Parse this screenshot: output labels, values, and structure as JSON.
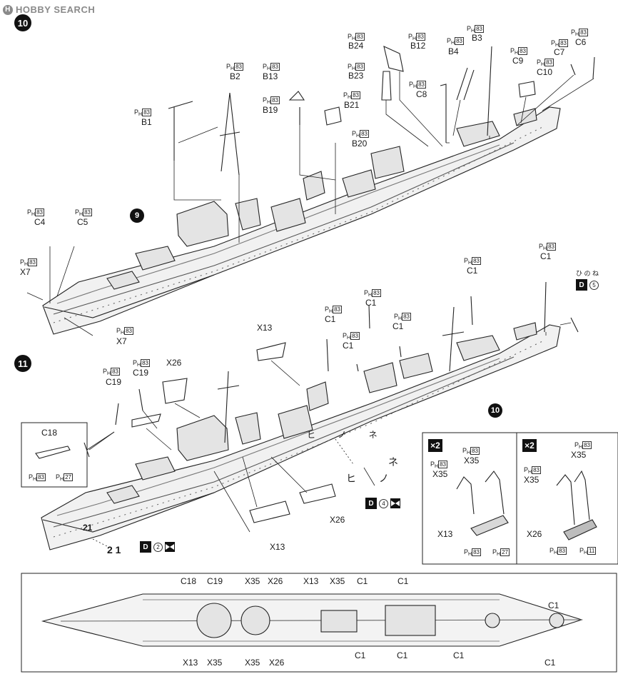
{
  "watermark": {
    "text": "HOBBY SEARCH",
    "icon": "h-logo-icon"
  },
  "steps": {
    "step10": "10",
    "step11": "11",
    "ref9": "9",
    "ref10": "10"
  },
  "ph": {
    "letters": "P",
    "sub": "H",
    "num83": "83",
    "num27": "27",
    "num11": "11"
  },
  "step10_labels": {
    "b24": "B24",
    "b12": "B12",
    "b3": "B3",
    "c6": "C6",
    "b4": "B4",
    "c7": "C7",
    "b23": "B23",
    "c9": "C9",
    "c10": "C10",
    "c8": "C8",
    "b2": "B2",
    "b13": "B13",
    "b19": "B19",
    "b21": "B21",
    "b20": "B20",
    "b1": "B1",
    "c4": "C4",
    "c5": "C5",
    "x7a": "X7",
    "x7b": "X7"
  },
  "step11_labels": {
    "c1a": "C1",
    "c1b": "C1",
    "c1c": "C1",
    "c1d": "C1",
    "c1e": "C1",
    "c1f": "C1",
    "x13a": "X13",
    "x26a": "X26",
    "c19a": "C19",
    "c19b": "C19",
    "c18": "C18",
    "x26b": "X26",
    "x13b": "X13"
  },
  "decals": {
    "d_letter": "D",
    "d5": "5",
    "d4": "4",
    "d2": "2",
    "kana_top": "ひ の ね",
    "hull_kana": "ヒ ノ ネ",
    "kana_near": "ヒ ノ",
    "kana_far": "ネ",
    "hull_num": "21",
    "hull_num_decal": "2 1"
  },
  "boat_panel": {
    "left_mult": "×2",
    "right_mult": "×2",
    "x35": "X35",
    "x13": "X13",
    "x26": "X26"
  },
  "plan_labels": {
    "top": [
      "C18",
      "C19",
      "X35",
      "X26",
      "X13",
      "X35",
      "C1",
      "C1"
    ],
    "bottom": [
      "X13",
      "X35",
      "X35",
      "X26",
      "C1",
      "C1",
      "C1",
      "C1"
    ],
    "right": "C1"
  }
}
